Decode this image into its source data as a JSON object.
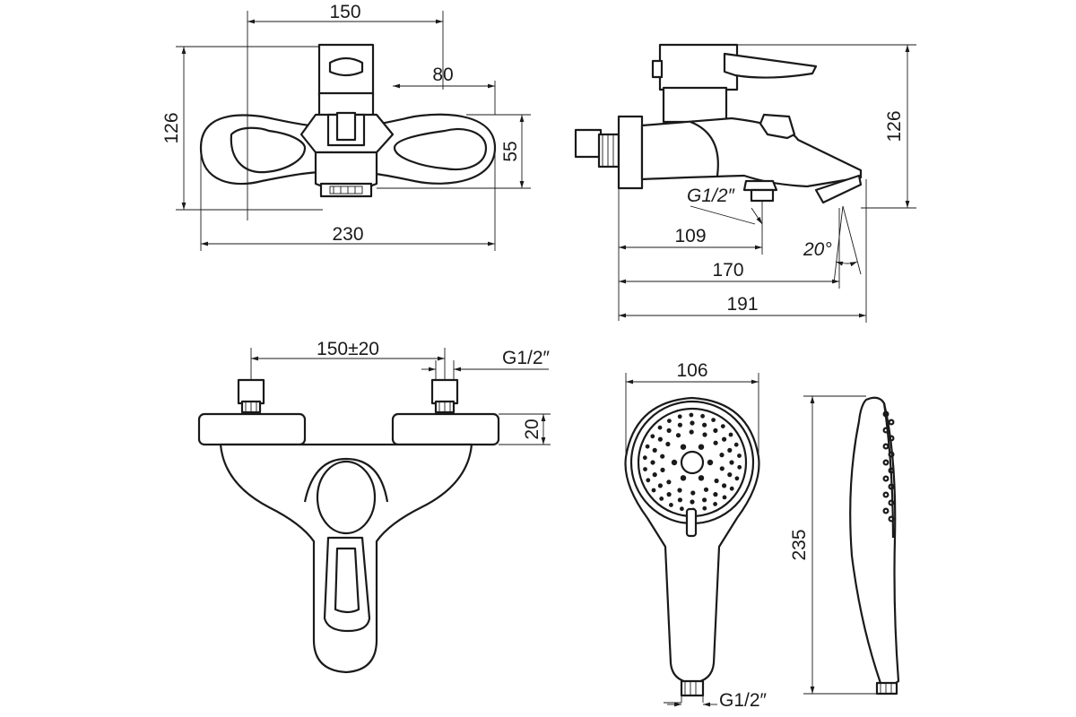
{
  "labels": {
    "top_width": "150",
    "top_offset": "80",
    "top_height": "126",
    "top_depth": "55",
    "top_total": "230",
    "side_height": "126",
    "side_thread": "G1/2″",
    "side_109": "109",
    "side_angle": "20°",
    "side_170": "170",
    "side_191": "191",
    "front_spacing": "150±20",
    "front_thread": "G1/2″",
    "front_height": "20",
    "shower_width": "106",
    "shower_length": "235",
    "shower_thread": "G1/2″"
  }
}
